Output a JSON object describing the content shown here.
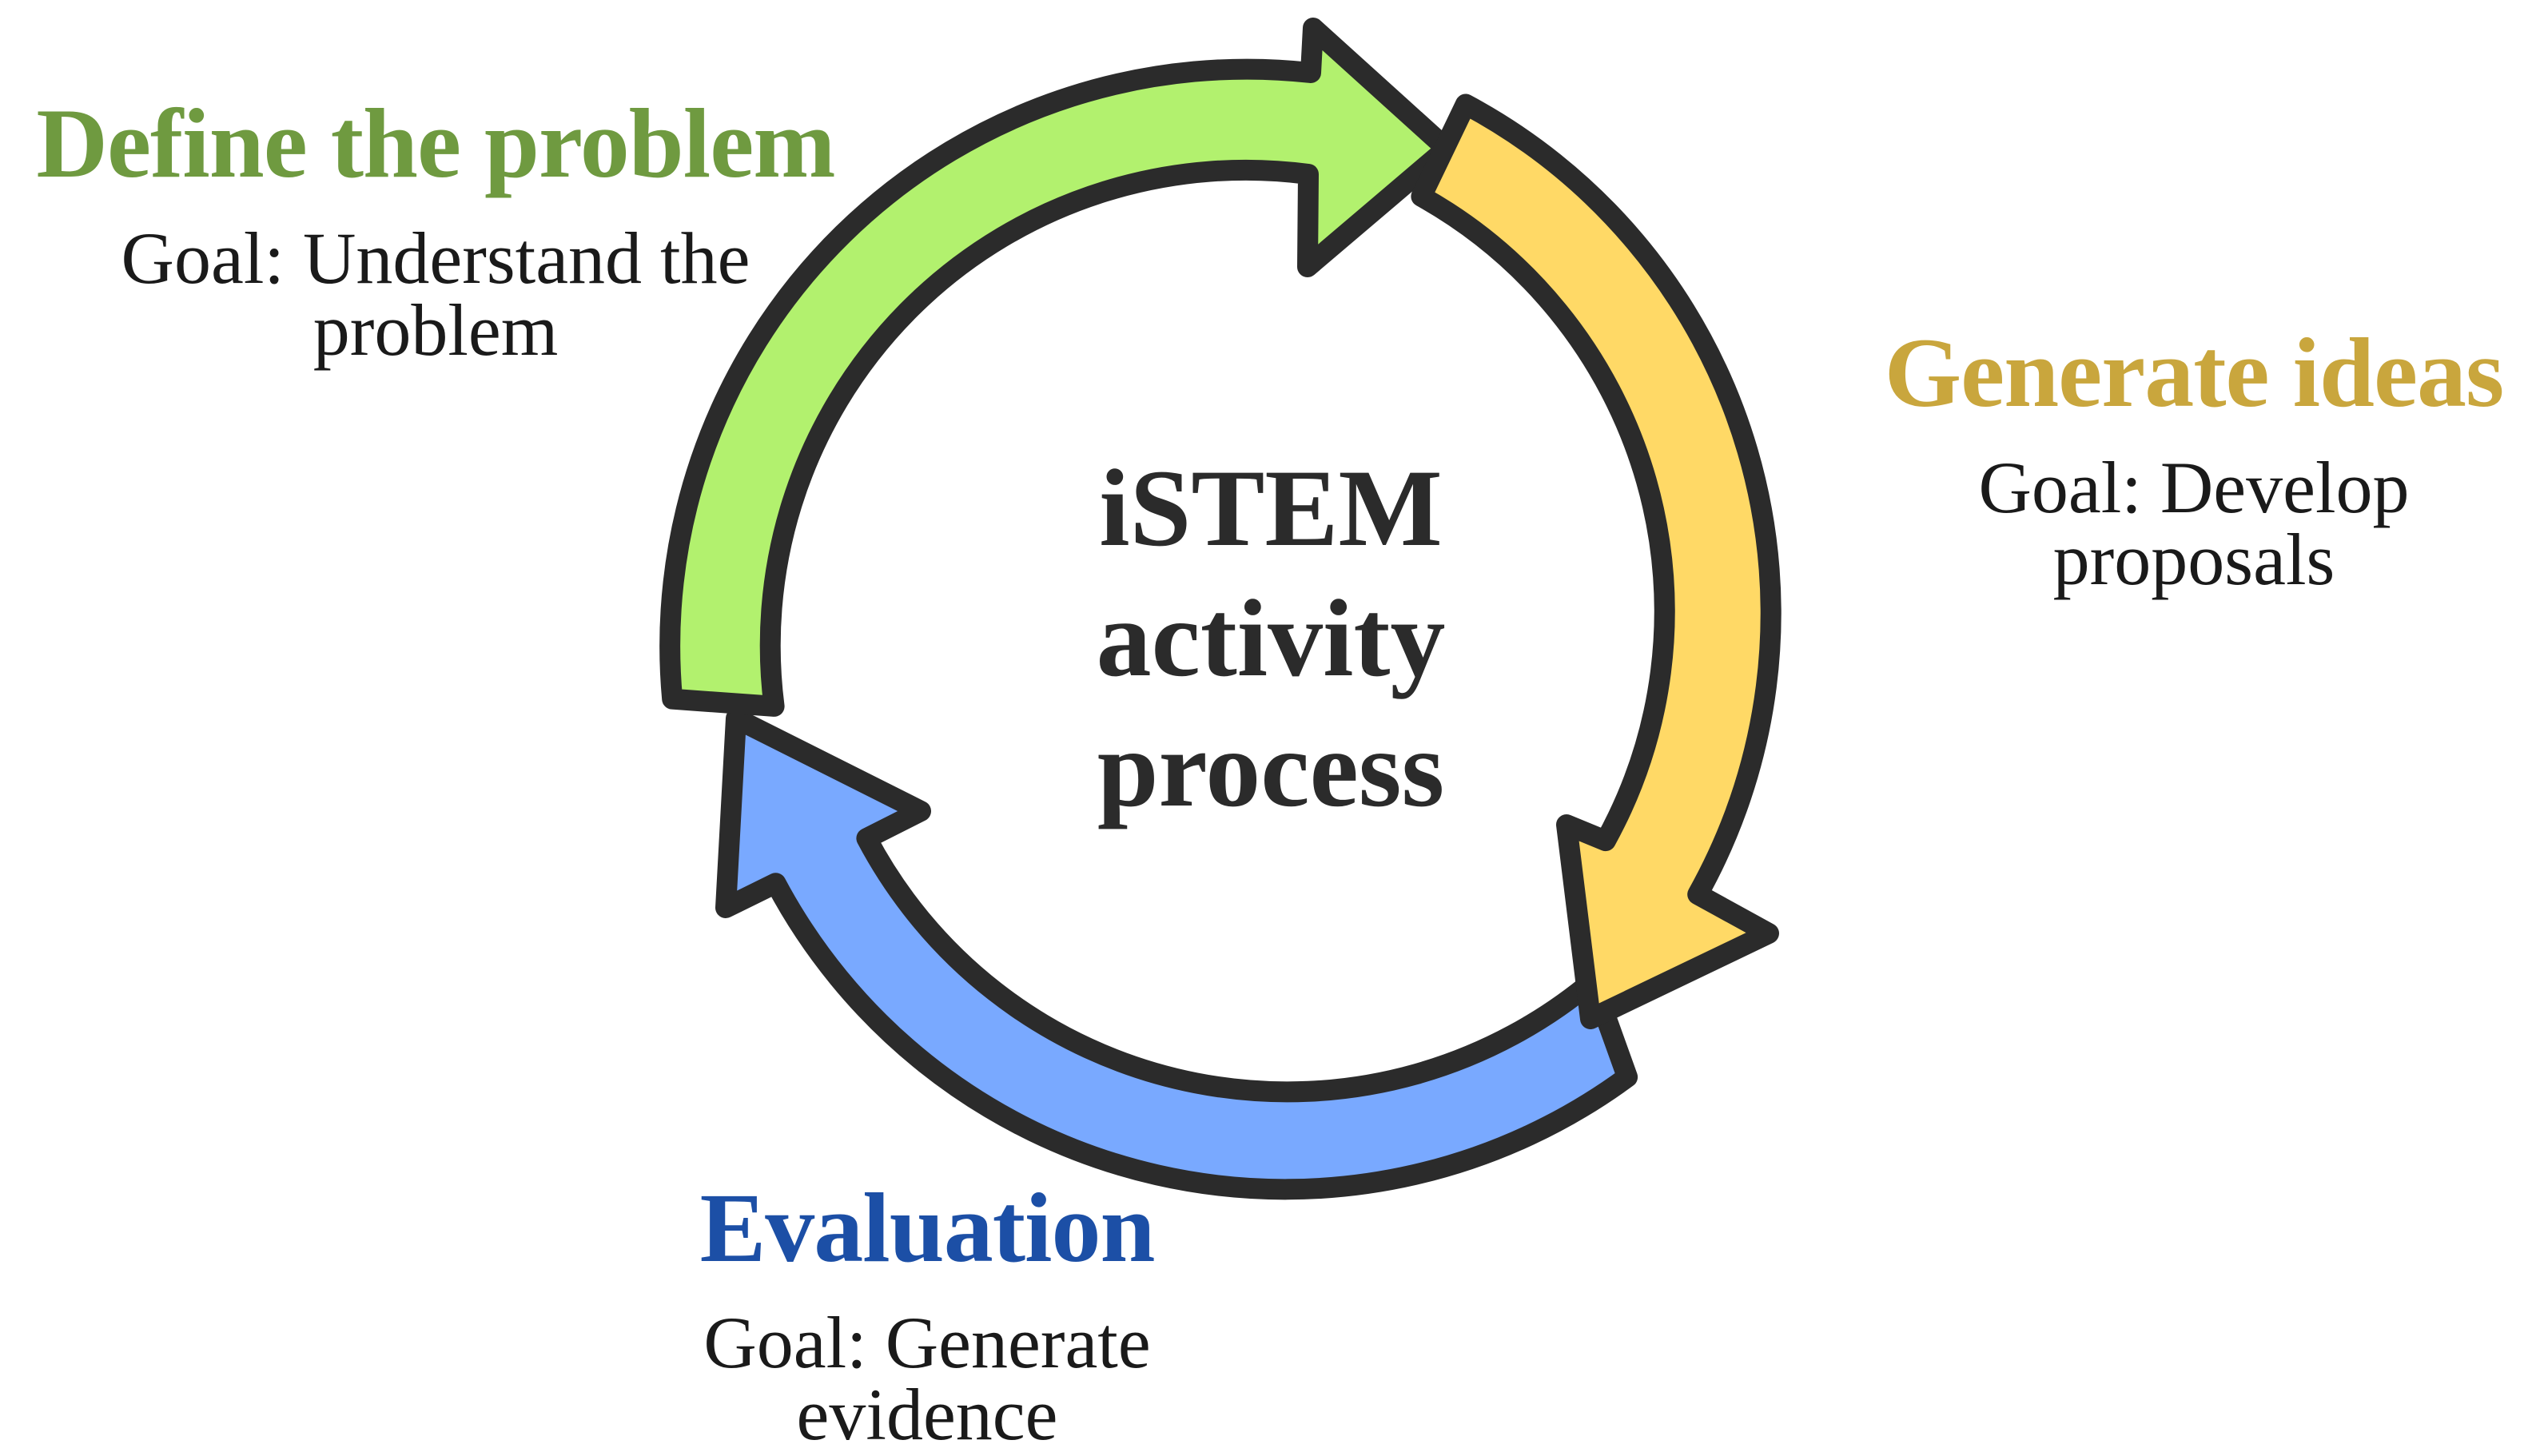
{
  "center": {
    "lines": [
      "iSTEM",
      "activity",
      "process"
    ]
  },
  "stages": [
    {
      "title": "Define the problem",
      "goal_lines": [
        "Goal: Understand the",
        "problem"
      ],
      "title_color": "#6f9a40",
      "arrow_color": "#b2f16e"
    },
    {
      "title": "Generate ideas",
      "goal_lines": [
        "Goal: Develop",
        "proposals"
      ],
      "title_color": "#c9a63d",
      "arrow_color": "#ffd966"
    },
    {
      "title": "Evaluation",
      "goal_lines": [
        "Goal: Generate",
        "evidence"
      ],
      "title_color": "#1c4fa6",
      "arrow_color": "#79a9ff"
    }
  ],
  "outline_color": "#2b2b2b"
}
